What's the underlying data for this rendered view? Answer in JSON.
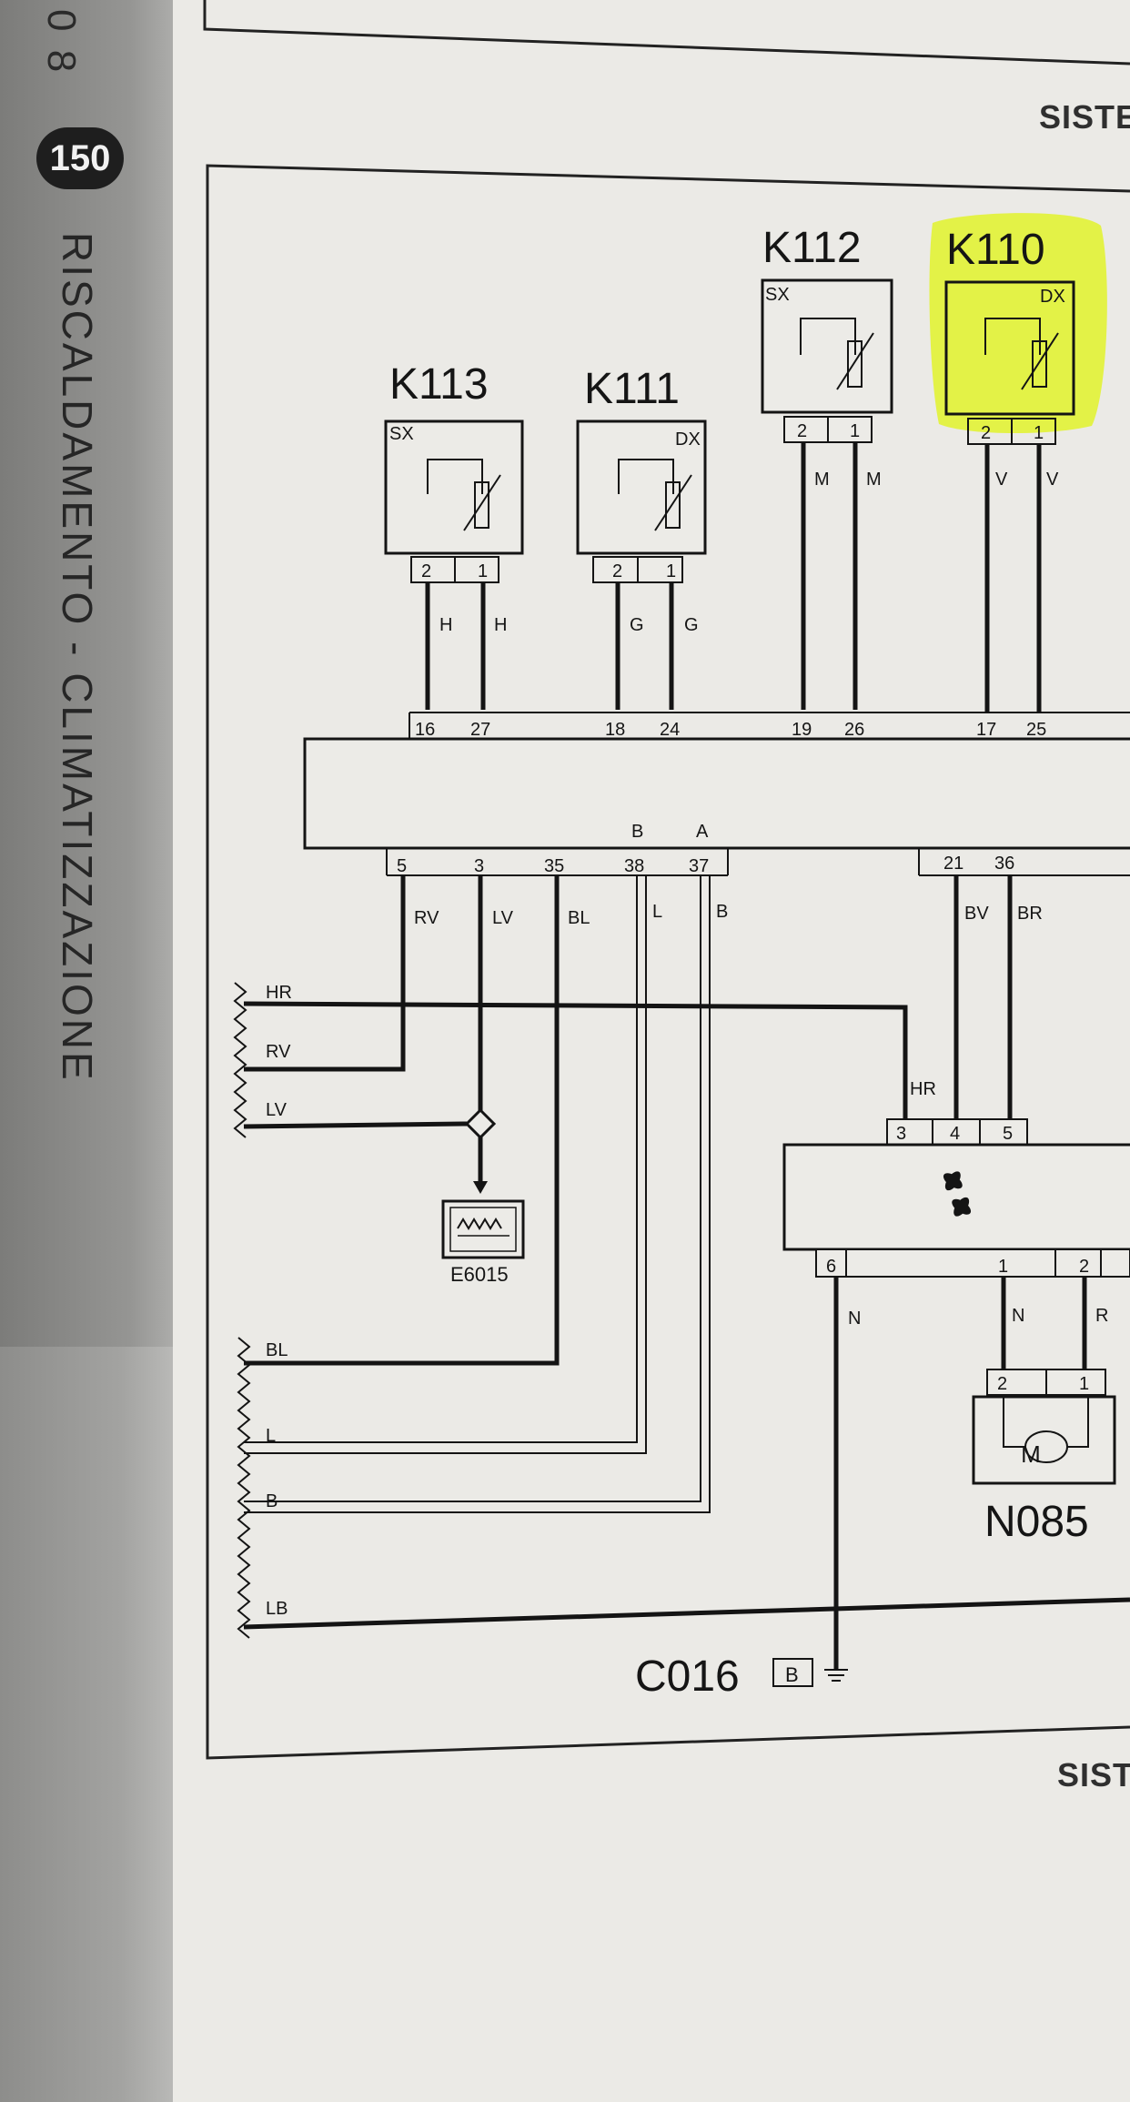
{
  "sidebar": {
    "page_code": "0 8",
    "page_number": "150",
    "chapter_title": "RISCALDAMENTO - CLIMATIZZAZIONE"
  },
  "header_top": "SISTE",
  "header_bottom": "SIST",
  "components": {
    "k113": {
      "id": "K113",
      "side": "SX",
      "pins": [
        "2",
        "1"
      ],
      "wires": [
        "H",
        "H"
      ]
    },
    "k111": {
      "id": "K111",
      "side": "DX",
      "pins": [
        "2",
        "1"
      ],
      "wires": [
        "G",
        "G"
      ]
    },
    "k112": {
      "id": "K112",
      "side": "SX",
      "pins": [
        "2",
        "1"
      ],
      "wires": [
        "M",
        "M"
      ]
    },
    "k110": {
      "id": "K110",
      "side": "DX",
      "pins": [
        "2",
        "1"
      ],
      "wires": [
        "V",
        "V"
      ]
    },
    "e6015": {
      "id": "E6015"
    },
    "n085": {
      "id": "N085",
      "pins": [
        "2",
        "1"
      ]
    },
    "c016": {
      "id": "C016",
      "badge": "B"
    }
  },
  "control_unit": {
    "top_pins": [
      "16",
      "27",
      "18",
      "24",
      "19",
      "26",
      "17",
      "25"
    ],
    "inner_labels": [
      "B",
      "A"
    ],
    "bottom_pins": [
      "5",
      "3",
      "35",
      "38",
      "37",
      "21",
      "36"
    ],
    "bottom_wires": [
      "RV",
      "LV",
      "BL",
      "L",
      "B",
      "BV",
      "BR"
    ]
  },
  "fan_module": {
    "top_pins": [
      "3",
      "4",
      "5"
    ],
    "top_wire": "HR",
    "bottom_pins": [
      "6",
      "1",
      "2"
    ],
    "bottom_wires": [
      "N",
      "N",
      "R"
    ]
  },
  "harness_labels": [
    "HR",
    "RV",
    "LV",
    "BL",
    "L",
    "B",
    "LB"
  ],
  "colors": {
    "highlight": "#e2f23a",
    "wire": "#141414",
    "paper": "#ecebe7"
  }
}
